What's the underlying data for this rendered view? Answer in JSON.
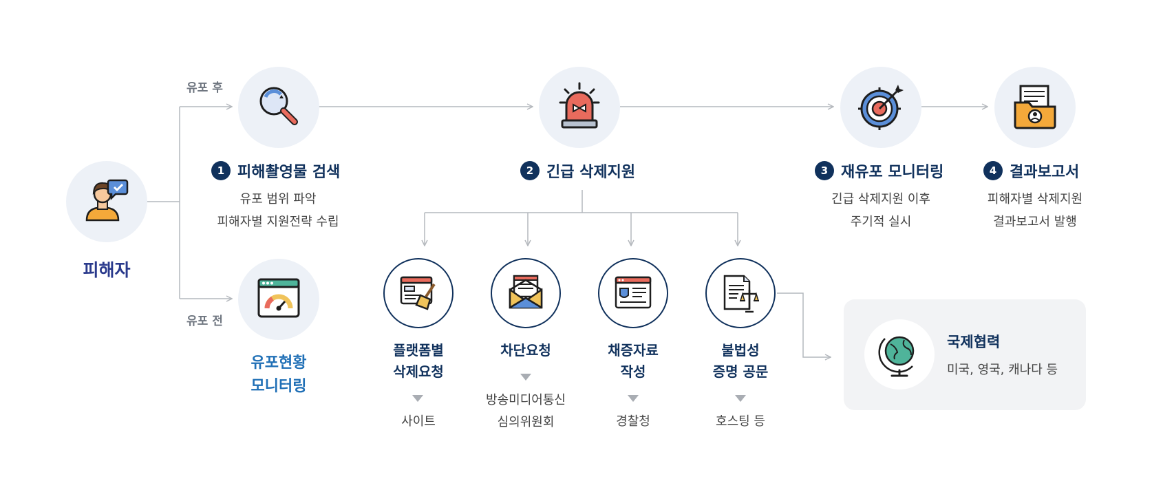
{
  "victim": {
    "label": "피해자",
    "icon": "victim-person-icon"
  },
  "branches": {
    "after": "유포 후",
    "before": "유포 전"
  },
  "steps": [
    {
      "num": "1",
      "title": "피해촬영물 검색",
      "desc": [
        "유포 범위 파악",
        "피해자별 지원전략 수립"
      ],
      "icon": "magnifier-icon"
    },
    {
      "num": "2",
      "title": "긴급 삭제지원",
      "icon": "siren-icon"
    },
    {
      "num": "3",
      "title": "재유포 모니터링",
      "desc": [
        "긴급 삭제지원 이후",
        "주기적 실시"
      ],
      "icon": "target-icon"
    },
    {
      "num": "4",
      "title": "결과보고서",
      "desc": [
        "피해자별 삭제지원",
        "결과보고서 발행"
      ],
      "icon": "report-folder-icon"
    }
  ],
  "monitoring": {
    "title": [
      "유포현황",
      "모니터링"
    ],
    "icon": "dashboard-gauge-icon"
  },
  "substeps": [
    {
      "title": [
        "플랫폼별",
        "삭제요청"
      ],
      "target": [
        "사이트"
      ],
      "icon": "browser-broom-icon"
    },
    {
      "title": [
        "차단요청"
      ],
      "target": [
        "방송미디어통신",
        "심의위원회"
      ],
      "icon": "envelope-letter-icon"
    },
    {
      "title": [
        "채증자료",
        "작성"
      ],
      "target": [
        "경찰청"
      ],
      "icon": "police-document-icon"
    },
    {
      "title": [
        "불법성",
        "증명 공문"
      ],
      "target": [
        "호스팅 등"
      ],
      "icon": "legal-document-icon"
    }
  ],
  "international": {
    "title": "국제협력",
    "desc": "미국, 영국, 캐나다 등",
    "icon": "globe-icon"
  },
  "colors": {
    "navy": "#10315c",
    "blue": "#1f6fb6",
    "victim": "#2a3a8c",
    "line": "#b4b8bd",
    "circle": "#edf1f7"
  }
}
